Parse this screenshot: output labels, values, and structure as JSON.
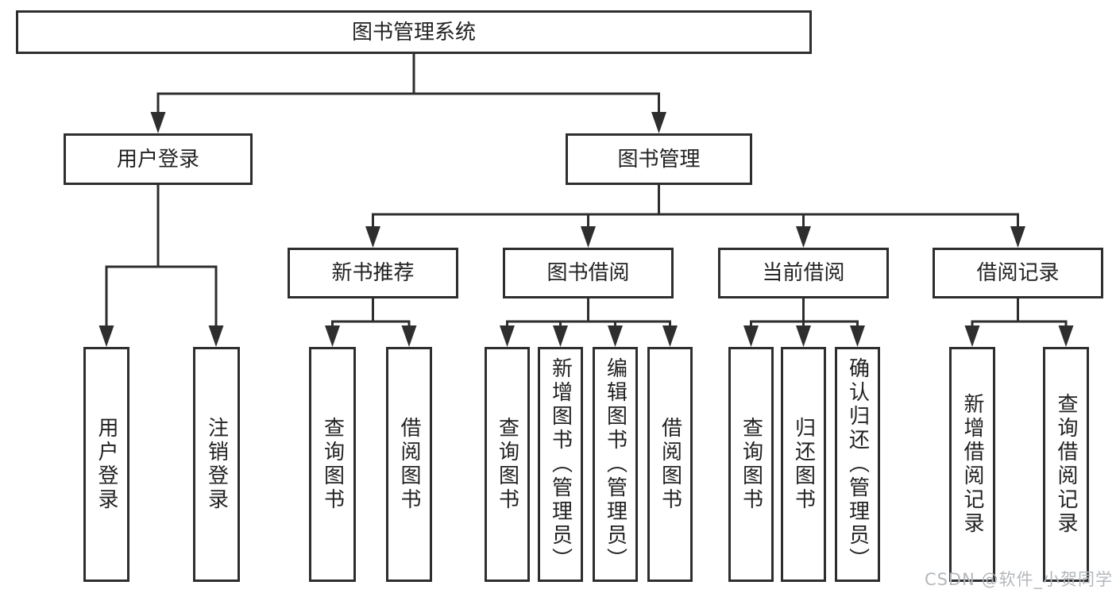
{
  "diagram": {
    "root": {
      "label": "图书管理系统"
    },
    "branches": [
      {
        "label": "用户登录",
        "children": [
          {
            "label": "用户登录"
          },
          {
            "label": "注销登录"
          }
        ]
      },
      {
        "label": "图书管理",
        "children": [
          {
            "label": "新书推荐",
            "children": [
              {
                "label": "查询图书"
              },
              {
                "label": "借阅图书"
              }
            ]
          },
          {
            "label": "图书借阅",
            "children": [
              {
                "label": "查询图书"
              },
              {
                "label": "新增图书（管理员）"
              },
              {
                "label": "编辑图书（管理员）"
              },
              {
                "label": "借阅图书"
              }
            ]
          },
          {
            "label": "当前借阅",
            "children": [
              {
                "label": "查询图书"
              },
              {
                "label": "归还图书"
              },
              {
                "label": "确认归还（管理员）"
              }
            ]
          },
          {
            "label": "借阅记录",
            "children": [
              {
                "label": "新增借阅记录"
              },
              {
                "label": "查询借阅记录"
              }
            ]
          }
        ]
      }
    ],
    "watermark": "CSDN @软件_小贺同学",
    "colors": {
      "line": "#2e2e2e",
      "text": "#222222",
      "watermark_color": "#b4b8bc",
      "background": "#ffffff"
    }
  }
}
